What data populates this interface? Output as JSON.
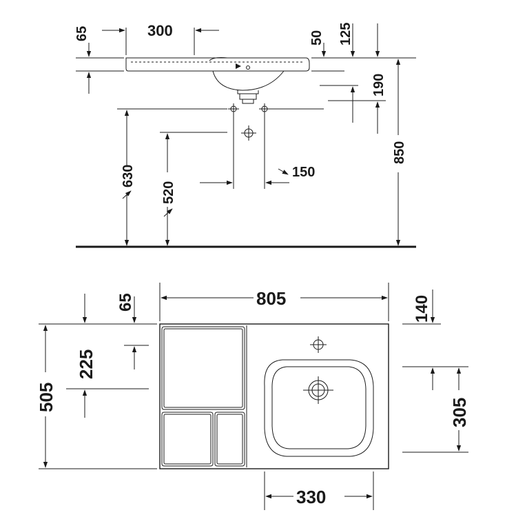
{
  "side_view": {
    "dims": {
      "d65_top": "65",
      "d300": "300",
      "d50": "50",
      "d125": "125",
      "d190": "190",
      "d850": "850",
      "d630": "630",
      "d520": "520",
      "d150": "150"
    }
  },
  "top_view": {
    "dims": {
      "d805": "805",
      "d65": "65",
      "d140": "140",
      "d505": "505",
      "d225": "225",
      "d305": "305",
      "d330": "330"
    }
  },
  "colors": {
    "line": "#1a1a1a",
    "background": "#ffffff"
  }
}
